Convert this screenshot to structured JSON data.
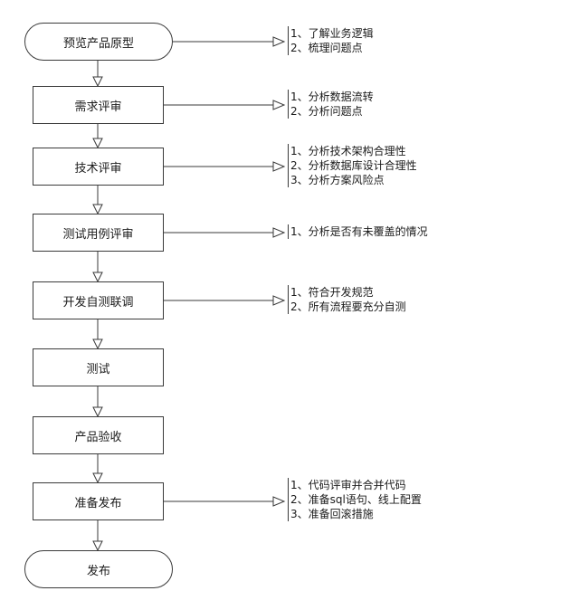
{
  "steps": [
    {
      "id": "s1",
      "label": "预览产品原型",
      "shape": "terminal"
    },
    {
      "id": "s2",
      "label": "需求评审",
      "shape": "process"
    },
    {
      "id": "s3",
      "label": "技术评审",
      "shape": "process"
    },
    {
      "id": "s4",
      "label": "测试用例评审",
      "shape": "process"
    },
    {
      "id": "s5",
      "label": "开发自测联调",
      "shape": "process"
    },
    {
      "id": "s6",
      "label": "测试",
      "shape": "process"
    },
    {
      "id": "s7",
      "label": "产品验收",
      "shape": "process"
    },
    {
      "id": "s8",
      "label": "准备发布",
      "shape": "process"
    },
    {
      "id": "s9",
      "label": "发布",
      "shape": "terminal"
    }
  ],
  "notes": [
    {
      "step": "s1",
      "lines": [
        "1、了解业务逻辑",
        "2、梳理问题点"
      ]
    },
    {
      "step": "s2",
      "lines": [
        "1、分析数据流转",
        "2、分析问题点"
      ]
    },
    {
      "step": "s3",
      "lines": [
        "1、分析技术架构合理性",
        "2、分析数据库设计合理性",
        "3、分析方案风险点"
      ]
    },
    {
      "step": "s4",
      "lines": [
        "1、分析是否有未覆盖的情况"
      ]
    },
    {
      "step": "s5",
      "lines": [
        "1、符合开发规范",
        "2、所有流程要充分自测"
      ]
    },
    {
      "step": "s8",
      "lines": [
        "1、代码评审并合并代码",
        "2、准备sql语句、线上配置",
        "3、准备回滚措施"
      ]
    }
  ]
}
